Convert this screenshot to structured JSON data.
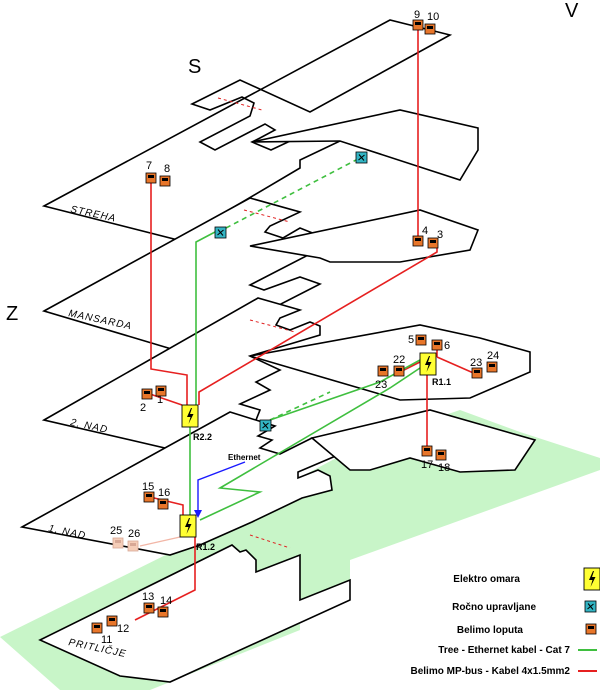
{
  "compass": {
    "north": "S",
    "east": "V",
    "west": "Z"
  },
  "floors": {
    "streha": "STREHA",
    "mansarda": "MANSARDA",
    "nad2": "2. NAD",
    "nad1": "1. NAD",
    "pritlicje": "PRITLIČJE"
  },
  "cabinets": {
    "r22": "R2.2",
    "r12": "R1.2",
    "r11": "R1.1"
  },
  "dampers": {
    "d1": "1",
    "d2": "2",
    "d3": "3",
    "d4": "4",
    "d5": "5",
    "d6": "6",
    "d7": "7",
    "d8": "8",
    "d9": "9",
    "d10": "10",
    "d11": "11",
    "d12": "12",
    "d13": "13",
    "d14": "14",
    "d15": "15",
    "d16": "16",
    "d17": "17",
    "d18": "18",
    "d22": "22",
    "d23a": "23",
    "d23b": "23",
    "d24": "24",
    "d25": "25",
    "d26": "26"
  },
  "ethernet_label": "Ethernet",
  "legend": {
    "cabinet": "Elektro omara",
    "manual": "Ročno upravljane",
    "damper": "Belimo loputa",
    "ethernet": "Tree - Ethernet kabel - Cat 7",
    "mpbus": "Belimo MP-bus - Kabel 4x1.5mm2"
  },
  "colors": {
    "mpbus": "#e62020",
    "ethernet": "#3fbf3f",
    "ethernet_uplink": "#1a1aff",
    "cabinet": "#ffff33",
    "damper": "#e8762a",
    "manual": "#33b5c4",
    "ground_zone": "#c8f5c8"
  },
  "icons": {
    "cabinet": "lightning-icon",
    "manual": "fan-icon",
    "damper": "damper-icon"
  }
}
